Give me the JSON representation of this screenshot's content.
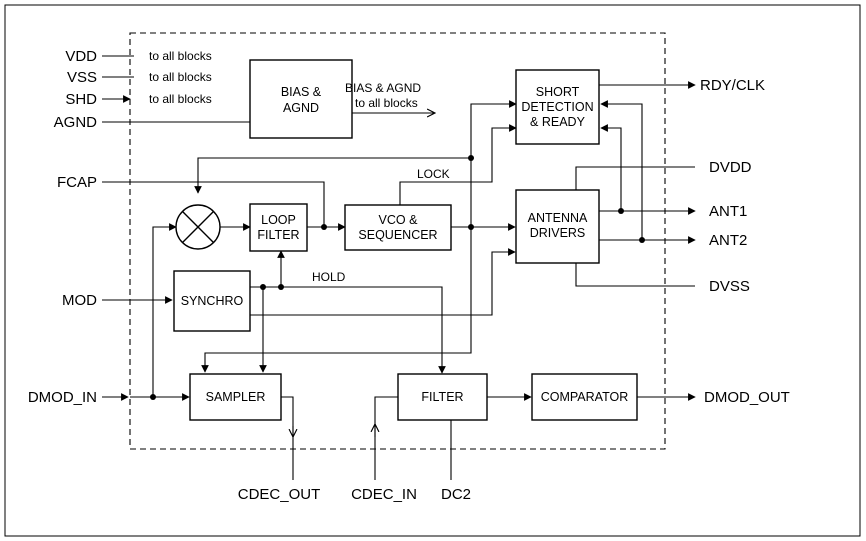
{
  "pins_left": {
    "vdd": "VDD",
    "vss": "VSS",
    "shd": "SHD",
    "agnd": "AGND",
    "fcap": "FCAP",
    "mod": "MOD",
    "dmod_in": "DMOD_IN"
  },
  "pins_right": {
    "rdy_clk": "RDY/CLK",
    "dvdd": "DVDD",
    "ant1": "ANT1",
    "ant2": "ANT2",
    "dvss": "DVSS",
    "dmod_out": "DMOD_OUT"
  },
  "pins_bottom": {
    "cdec_out": "CDEC_OUT",
    "cdec_in": "CDEC_IN",
    "dc2": "DC2"
  },
  "notes": {
    "vdd_note": "to all blocks",
    "vss_note": "to all blocks",
    "shd_note": "to all blocks",
    "bias_line1": "BIAS & AGND",
    "bias_line2": "to all blocks",
    "lock": "LOCK",
    "hold": "HOLD"
  },
  "blocks": {
    "bias": [
      "BIAS &",
      "AGND"
    ],
    "short": [
      "SHORT",
      "DETECTION",
      "& READY"
    ],
    "loop": [
      "LOOP",
      "FILTER"
    ],
    "vco": [
      "VCO &",
      "SEQUENCER"
    ],
    "antenna": [
      "ANTENNA",
      "DRIVERS"
    ],
    "synchro": "SYNCHRO",
    "sampler": "SAMPLER",
    "filter": "FILTER",
    "comparator": "COMPARATOR"
  }
}
